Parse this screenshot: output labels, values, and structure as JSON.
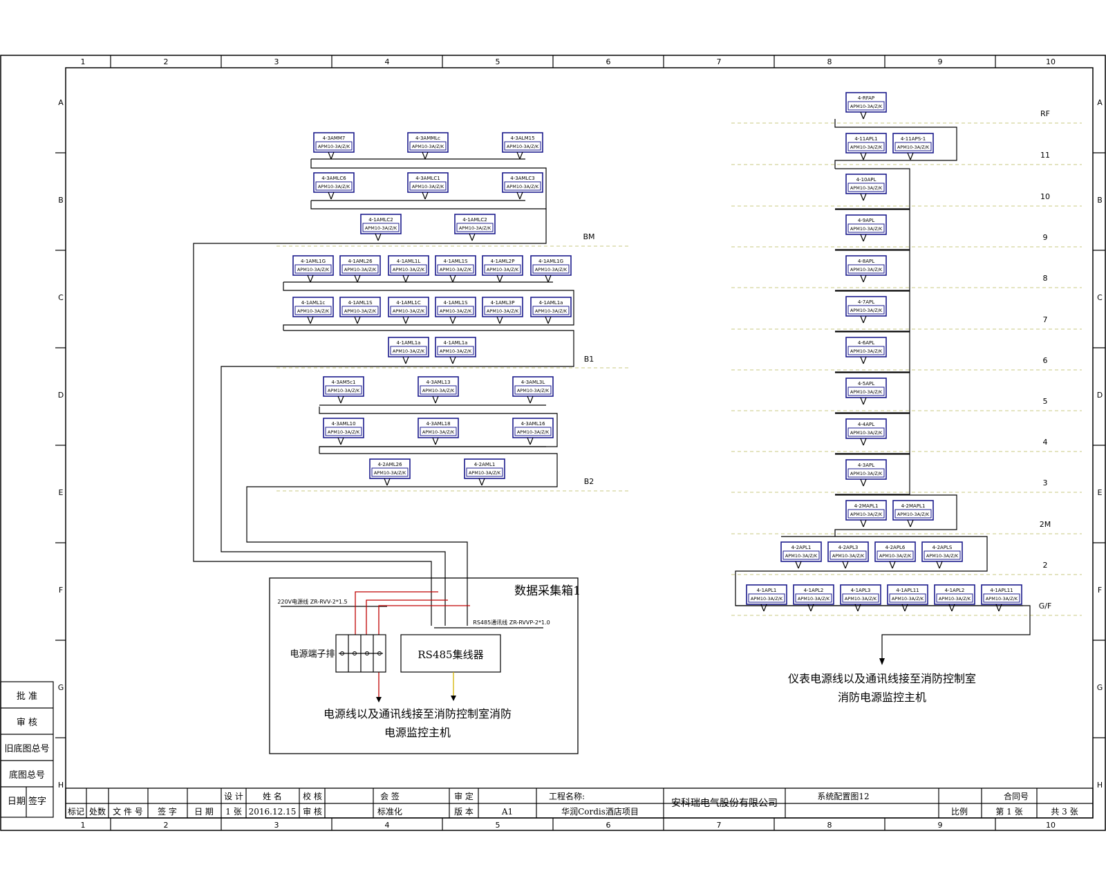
{
  "frame": {
    "columns": [
      "1",
      "2",
      "3",
      "4",
      "5",
      "6",
      "7",
      "8",
      "9",
      "10"
    ],
    "rows": [
      "A",
      "B",
      "C",
      "D",
      "E",
      "F",
      "G",
      "H"
    ]
  },
  "left_diagram": {
    "floors": [
      "BM",
      "B1",
      "B2"
    ],
    "blocks": [
      {
        "top": [
          "4-3AMM7",
          "4-3AMMLc",
          "4-3ALM15"
        ],
        "bot": [
          "4-3AMLC6",
          "4-3AMLC1",
          "4-3AMLC3"
        ],
        "pair": [
          "4-1AMLC2",
          "4-1AMLC2"
        ]
      },
      {
        "r1": [
          "4-1AML1G",
          "4-1AML26",
          "4-1AML1L",
          "4-1AML1S",
          "4-1AML2P",
          "4-1AML1G"
        ],
        "r2": [
          "4-1AML1c",
          "4-1AML1S",
          "4-1AML1C",
          "4-1AML1S",
          "4-1AML3P",
          "4-1AML1a"
        ],
        "pair": [
          "4-1AML1a",
          "4-1AML1a"
        ]
      },
      {
        "top": [
          "4-3AM5c1",
          "4-3AML13",
          "4-3AML3L"
        ],
        "bot": [
          "4-3AML10",
          "4-3AML18",
          "4-3AML16"
        ],
        "pair": [
          "4-2AML26",
          "4-2AML1"
        ]
      }
    ],
    "model_a": "APM10-3A/Z/K",
    "model_b": "APM10-3A/Z/K"
  },
  "collector": {
    "title": "数据采集箱1",
    "power_cable": "220V电源线 ZR-RVV-2*1.5",
    "rs485_cable": "RS485通讯线 ZR-RVVP-2*1.0",
    "terminal_label": "电源端子排",
    "rs485_box": "RS485集线器",
    "note_line1": "电源线以及通讯线接至消防控制室消防",
    "note_line2": "电源监控主机"
  },
  "right_diagram": {
    "floors": [
      "RF",
      "11",
      "10",
      "9",
      "8",
      "7",
      "6",
      "5",
      "4",
      "3",
      "2M",
      "2",
      "G/F"
    ],
    "rf": "4-RFAP",
    "f11": [
      "4-11APL1",
      "4-11APS-1"
    ],
    "single": [
      "4-10APL",
      "4-9APL",
      "4-8APL",
      "4-7APL",
      "4-6APL",
      "4-5APL",
      "4-4APL",
      "4-3APL"
    ],
    "f2m": [
      "4-2MAPL1",
      "4-2MAPL1"
    ],
    "f2": [
      "4-2APL1",
      "4-2APL3",
      "4-2APL6",
      "4-2APLS"
    ],
    "gf": [
      "4-1APL1",
      "4-1APL2",
      "4-1APL3",
      "4-1APL11",
      "4-1APL2",
      "4-1APL11"
    ],
    "model": "APM10-3A/Z/K",
    "note_line1": "仪表电源线以及通讯线接至消防控制室",
    "note_line2": "消防电源监控主机"
  },
  "left_panel": [
    "批 准",
    "审 核",
    "旧底图总号",
    "底图总号",
    "日期 签字"
  ],
  "title_block": {
    "designer_label": "设 计",
    "name_label": "姓 名",
    "check_label": "校 核",
    "review_label": "审 核",
    "std_label": "会 签",
    "std2_label": "标准化",
    "approve_label": "审 定",
    "version_label": "版 本",
    "version_val": "A1",
    "project_label": "工程名称:",
    "project_name": "华润Cordis酒店项目",
    "company": "安科瑞电气股份有限公司",
    "drawing_title": "系统配置图12",
    "contract_label": "合同号",
    "scale_label": "比例",
    "sheet_label": "第 1 张",
    "total_label": "共 3 张",
    "date_val": "2016.12.15",
    "person": "1 张",
    "row2": [
      "标记",
      "处数",
      "文 件 号",
      "签 字",
      "日 期"
    ]
  }
}
